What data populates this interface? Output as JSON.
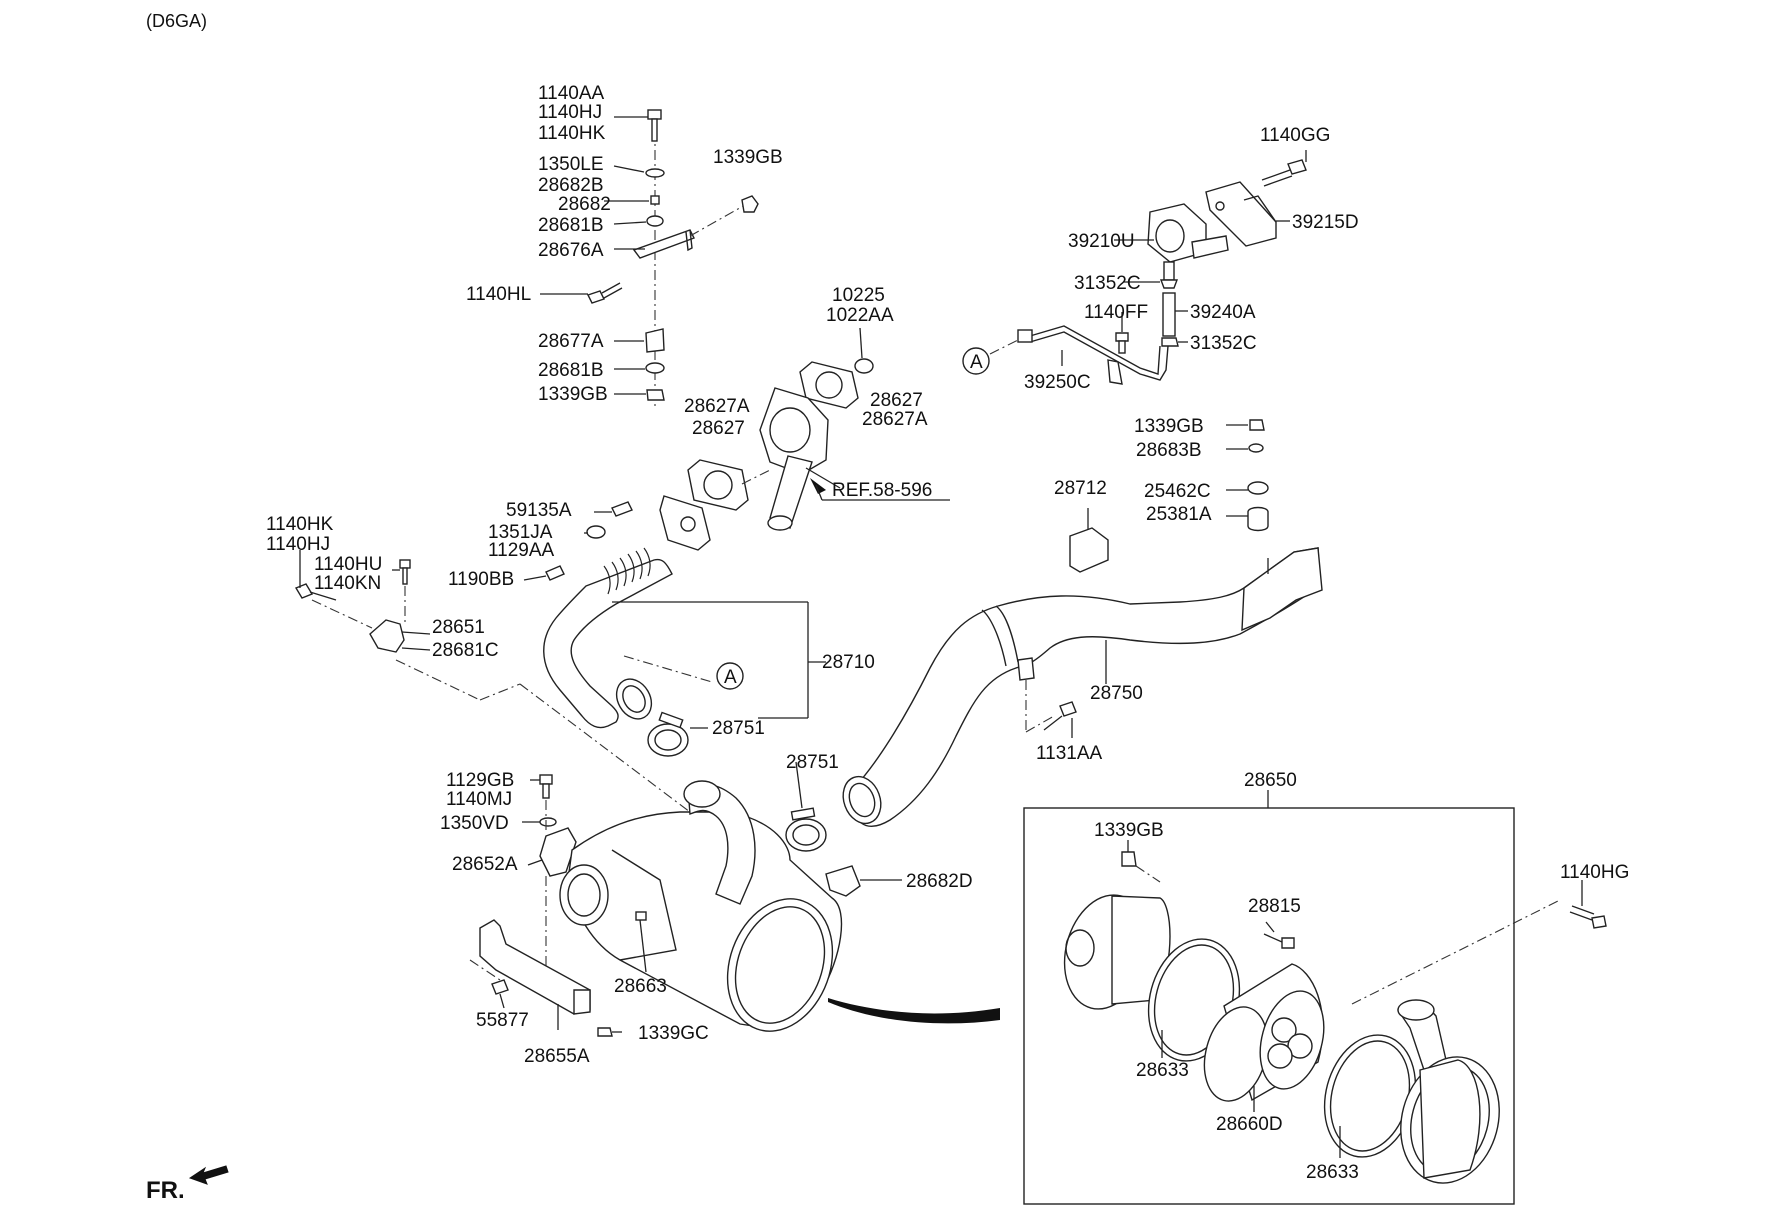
{
  "header": {
    "engine_code": "(D6GA)"
  },
  "footer": {
    "front_indicator": "FR."
  },
  "callouts": {
    "c1140AA": "1140AA",
    "c1140HJ_top": "1140HJ",
    "c1140HK_top": "1140HK",
    "c1350LE": "1350LE",
    "c28682B": "28682B",
    "c28682": "28682",
    "c28681B_top": "28681B",
    "c28676A": "28676A",
    "c1140HL": "1140HL",
    "c1339GB_a": "1339GB",
    "c28677A": "28677A",
    "c28681B_bot": "28681B",
    "c1339GB_b": "1339GB",
    "c10225": "10225",
    "c1022AA": "1022AA",
    "c28627_r": "28627",
    "c28627A_r": "28627A",
    "c28627A_l": "28627A",
    "c28627_l": "28627",
    "cREF": "REF.58-596",
    "c59135A": "59135A",
    "c1351JA": "1351JA",
    "c1129AA": "1129AA",
    "c1190BB": "1190BB",
    "c1140HK_left": "1140HK",
    "c1140HJ_left": "1140HJ",
    "c1140HU": "1140HU",
    "c1140KN": "1140KN",
    "c28651": "28651",
    "c28681C": "28681C",
    "c28710": "28710",
    "c28751_a": "28751",
    "cA_left": "A",
    "c1140GG": "1140GG",
    "c39215D": "39215D",
    "c39210U": "39210U",
    "c31352C_top": "31352C",
    "c1140FF": "1140FF",
    "c39240A": "39240A",
    "c31352C_bot": "31352C",
    "cA_right": "A",
    "c39250C": "39250C",
    "c1339GB_c": "1339GB",
    "c28683B": "28683B",
    "c28712": "28712",
    "c25462C": "25462C",
    "c25381A": "25381A",
    "c28750": "28750",
    "c1131AA": "1131AA",
    "c1129GB": "1129GB",
    "c1140MJ": "1140MJ",
    "c1350VD": "1350VD",
    "c28751_b": "28751",
    "c28652A": "28652A",
    "c28682D": "28682D",
    "c28663": "28663",
    "c55877": "55877",
    "c1339GC": "1339GC",
    "c28655A": "28655A",
    "c28650": "28650",
    "c1339GB_d": "1339GB",
    "c28815": "28815",
    "c1140HG": "1140HG",
    "c28633_a": "28633",
    "c28660D": "28660D",
    "c28633_b": "28633"
  }
}
